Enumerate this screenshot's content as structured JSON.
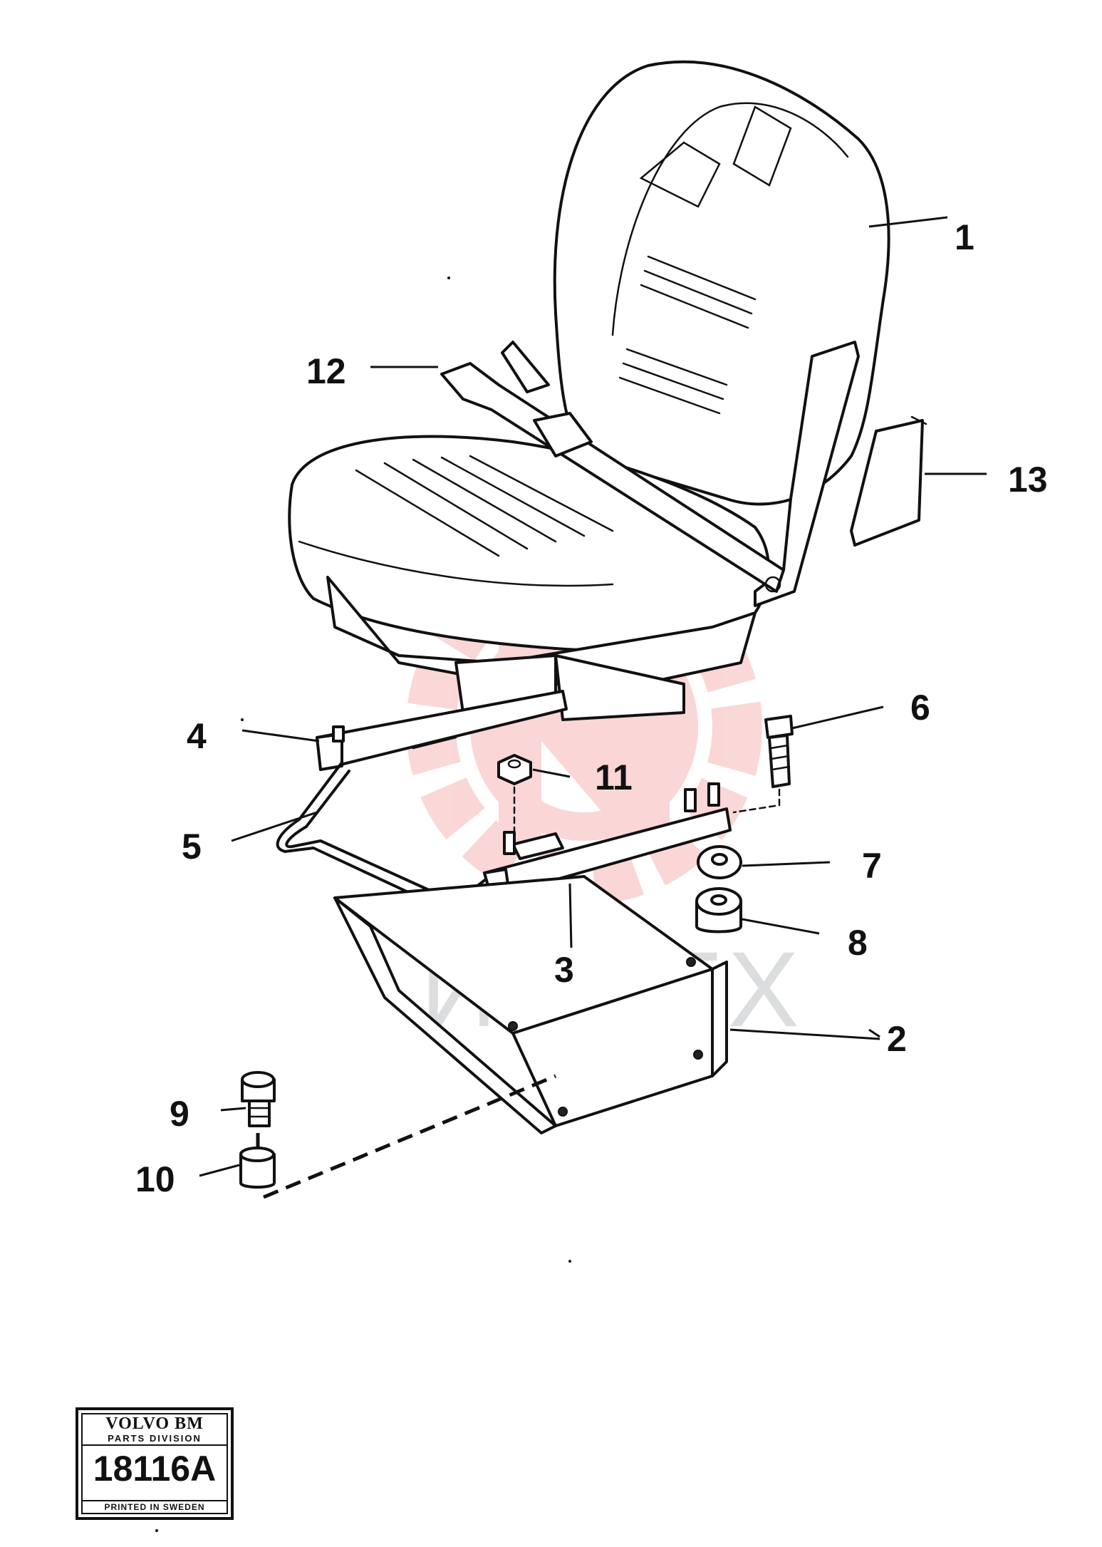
{
  "watermark": {
    "text": "ИНТЕХ",
    "logo_color": "#e83a3a"
  },
  "parts": [
    {
      "id": "p1",
      "number": "1"
    },
    {
      "id": "p2",
      "number": "2"
    },
    {
      "id": "p3",
      "number": "3"
    },
    {
      "id": "p4",
      "number": "4"
    },
    {
      "id": "p5",
      "number": "5"
    },
    {
      "id": "p6",
      "number": "6"
    },
    {
      "id": "p7",
      "number": "7"
    },
    {
      "id": "p8",
      "number": "8"
    },
    {
      "id": "p9",
      "number": "9"
    },
    {
      "id": "p10",
      "number": "10"
    },
    {
      "id": "p11",
      "number": "11"
    },
    {
      "id": "p12",
      "number": "12"
    },
    {
      "id": "p13",
      "number": "13"
    }
  ],
  "stamp": {
    "brand": "VOLVO BM",
    "division": "PARTS DIVISION",
    "drawing_number": "18116A",
    "printed": "PRINTED IN SWEDEN"
  }
}
